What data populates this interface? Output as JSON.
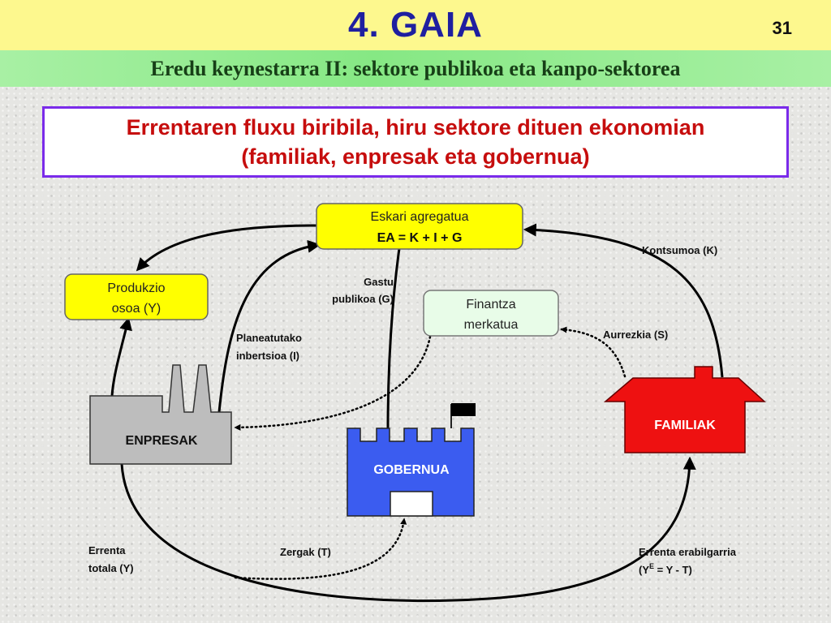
{
  "header": {
    "title": "4. GAIA",
    "slide_number": "31",
    "subtitle": "Eredu keynestarra II: sektore publikoa eta kanpo-sektorea"
  },
  "heading": {
    "line1": "Errentaren fluxu biribila, hiru sektore dituen ekonomian",
    "line2": "(familiak, enpresak eta gobernua)"
  },
  "diagram": {
    "nodes": {
      "eskari_line1": "Eskari agregatua",
      "eskari_line2": "EA = K + I + G",
      "produkzio_line1": "Produkzio",
      "produkzio_line2": "osoa (Y)",
      "finantza_line1": "Finantza",
      "finantza_line2": "merkatua",
      "enpresak": "ENPRESAK",
      "gobernua": "GOBERNUA",
      "familiak": "FAMILIAK"
    },
    "labels": {
      "kontsumoa": "Kontsumoa (K)",
      "gastu_line1": "Gastu",
      "gastu_line2": "publikoa (G)",
      "planeatutako_line1": "Planeatutako",
      "planeatutako_line2": "inbertsioa (I)",
      "aurrezkia": "Aurrezkia (S)",
      "errenta_totala_line1": "Errenta",
      "errenta_totala_line2": "totala (Y)",
      "zergak": "Zergak (T)",
      "errenta_erabilgarria_line1": "Errenta erabilgarria",
      "errenta_erabilgarria_line2_a": "(Y",
      "errenta_erabilgarria_line2_sup": "E",
      "errenta_erabilgarria_line2_b": " = Y - T)"
    },
    "colors": {
      "eskari": "#ffff00",
      "produkzio": "#ffff00",
      "finantza": "#e8fce8",
      "enpresak": "#bdbdbd",
      "gobernua": "#3b5cf0",
      "familiak": "#ee1111"
    }
  }
}
